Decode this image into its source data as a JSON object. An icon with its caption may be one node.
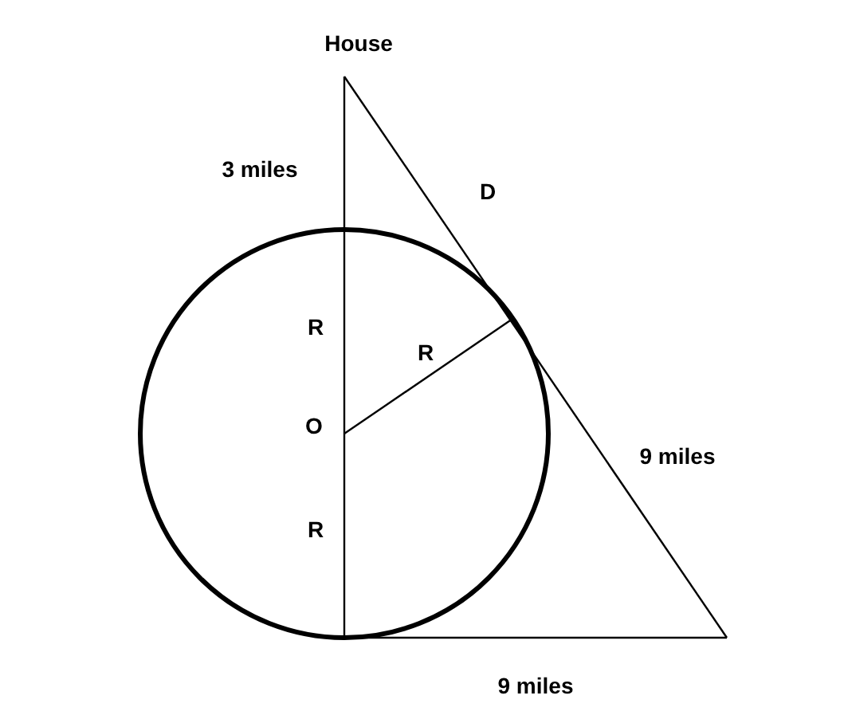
{
  "diagram": {
    "labels": [
      "House",
      "3 miles",
      "D",
      "R",
      "R",
      "O",
      "9 miles",
      "R",
      "9 miles"
    ]
  }
}
